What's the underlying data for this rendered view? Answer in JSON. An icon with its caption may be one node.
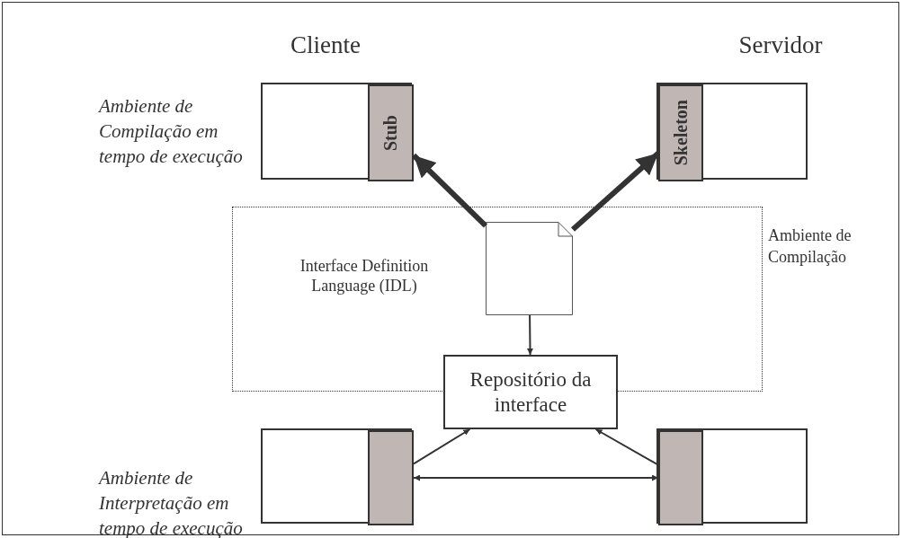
{
  "diagram": {
    "nodes": [
      {
        "text": [],
        "shape": "box"
      },
      {
        "text": [
          "Stub"
        ],
        "in": 0
      },
      {
        "text": [],
        "shape": "box"
      },
      {
        "text": [
          "Skeleton"
        ],
        "in": 2
      },
      {
        "text": [
          "Ambiente de Compilação"
        ]
      },
      {
        "text": [],
        "shape": "document",
        "in": 4,
        "beside": [
          "Interface Definition Language (IDL)"
        ]
      },
      {
        "text": [
          "Repositório da interface"
        ]
      },
      {
        "text": [],
        "shape": "box"
      },
      {
        "text": [],
        "shape": "box",
        "in": 7
      },
      {
        "text": [],
        "shape": "box"
      },
      {
        "text": [],
        "shape": "box",
        "in": 9
      }
    ],
    "edges": [
      {
        "from": 5,
        "to": 1,
        "arrow": "to",
        "style": "thick"
      },
      {
        "from": 5,
        "to": 3,
        "arrow": "to",
        "style": "thick"
      },
      {
        "from": 5,
        "to": 6,
        "arrow": "to"
      },
      {
        "from": 8,
        "to": 6,
        "arrow": "to"
      },
      {
        "from": 10,
        "to": 6,
        "arrow": "to"
      },
      {
        "from": 8,
        "to": 10,
        "arrow": "both"
      }
    ],
    "labels": [
      "Cliente",
      "Servidor",
      "Ambiente de Compilação em tempo de execução",
      "Ambiente de Interpretação em tempo de execução"
    ]
  }
}
